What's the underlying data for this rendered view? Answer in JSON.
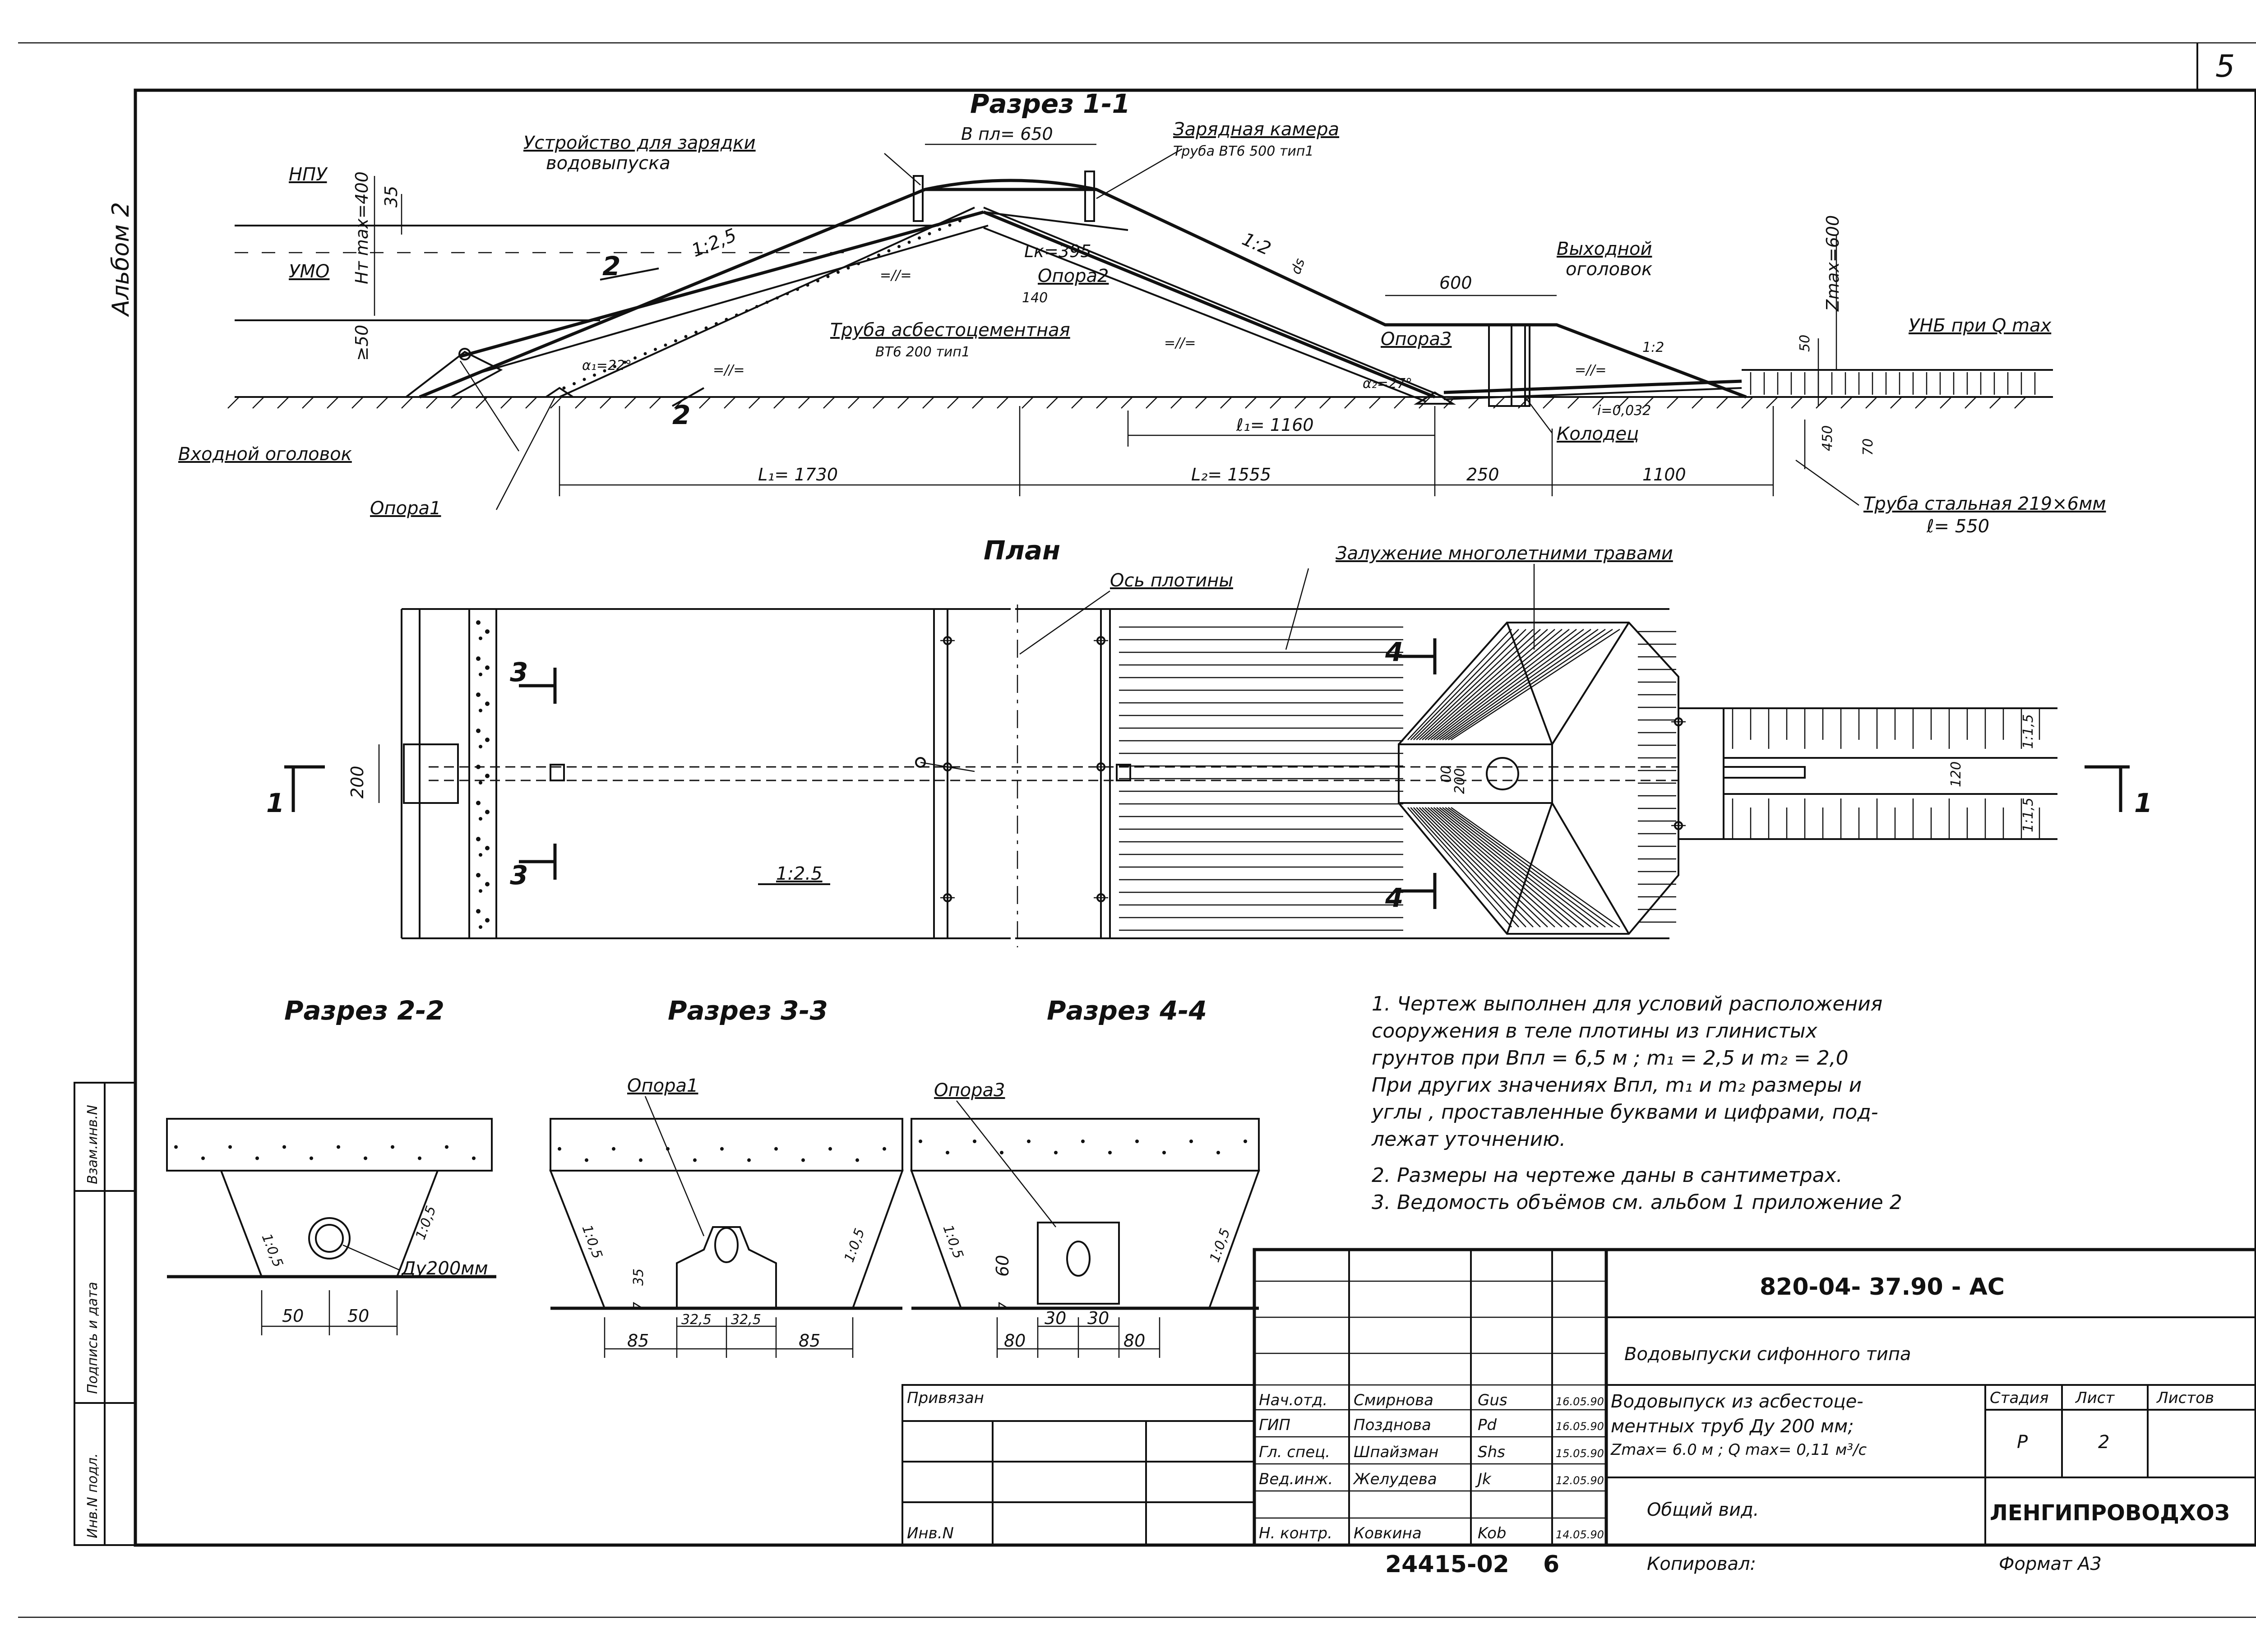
{
  "sheet": {
    "number": "5",
    "album": "Альбом 2",
    "left_strip": [
      "Инв.N подл.",
      "Подпись и дата",
      "Взам.инв.N"
    ]
  },
  "section_1_1": {
    "title": "Разрез 1-1",
    "charging_device": [
      "Устройство для зарядки",
      "водовыпуска"
    ],
    "b_pl": "В пл= 650",
    "charge_chamber": [
      "Зарядная камера",
      "Труба ВТ6 500 тип1"
    ],
    "npu": "НПУ",
    "umo": "УМО",
    "ht_max": "Нт max=400",
    "d35": "35",
    "d50": "≥50",
    "slope_left": "1:2,5",
    "slope_right": "1:2",
    "lk": "Lк=395",
    "d140": "140",
    "support2": "Опора2",
    "pipe_label": [
      "Труба асбестоцементная",
      "ВТ6 200 тип1"
    ],
    "alpha1": "α₁=22°",
    "alpha2": "α₂=27°",
    "d600": "600",
    "support3": "Опора3",
    "outlet_head": [
      "Выходной",
      "оголовок"
    ],
    "zmax": "Zmax=600",
    "unb": "УНБ при Q max",
    "slope_out": "1:2",
    "i_slope": "i=0,032",
    "well": "Колодец",
    "l1_local": "ℓ₁= 1160",
    "L1": "L₁= 1730",
    "L2": "L₂= 1555",
    "d250": "250",
    "d1100": "1100",
    "d450": "450",
    "d70": "70",
    "d50b": "50",
    "inlet_head": "Входной оголовок",
    "support1": "Опора1",
    "steel_pipe": [
      "Труба стальная 219×6мм",
      "ℓ= 550"
    ],
    "df": "ds",
    "hatch_eq": "=//="
  },
  "plan": {
    "title": "План",
    "dam_axis": "Ось плотины",
    "grassing": "Залужение многолетними травами",
    "cut3": "3",
    "cut4": "4",
    "cut1": "1",
    "d200": "200",
    "d200b": "200",
    "slope": "1:2.5",
    "slope15a": "1:1,5",
    "slope15b": "1:1,5",
    "d120": "120",
    "d00": "00"
  },
  "section_2_2": {
    "title": "Разрез 2-2",
    "slope_l": "1:0,5",
    "slope_r": "1:0,5",
    "du": "Ду200мм",
    "d50a": "50",
    "d50b": "50"
  },
  "section_3_3": {
    "title": "Разрез 3-3",
    "support": "Опора1",
    "slope_l": "1:0,5",
    "slope_r": "1:0,5",
    "d35": "35",
    "d7": "7",
    "d325a": "32,5",
    "d325b": "32,5",
    "d85a": "85",
    "d85b": "85"
  },
  "section_4_4": {
    "title": "Разрез 4-4",
    "support": "Опора3",
    "slope_l": "1:0,5",
    "slope_r": "1:0,5",
    "d60": "60",
    "d7": "7",
    "d30a": "30",
    "d30b": "30",
    "d80a": "80",
    "d80b": "80"
  },
  "notes": [
    "1. Чертеж выполнен для условий расположения",
    "сооружения в теле плотины из глинистых",
    "грунтов   при   Впл = 6,5 м ;   m₁ = 2,5  и  m₂ = 2,0",
    "При других значениях Впл, m₁ и m₂ размеры и",
    "углы , проставленные буквами и цифрами, под-",
    "лежат   уточнению.",
    "2. Размеры на чертеже даны в сантиметрах.",
    "3. Ведомость  объёмов   см.  альбом  1  приложение 2"
  ],
  "title_block": {
    "code": "820-04-  37.90 - АС",
    "series": "Водовыпуски сифонного   типа",
    "desc": [
      "Водовыпуск из асбестоце-",
      "ментных труб Ду 200 мм;",
      "Zmax= 6.0 м ; Q max= 0,11 м³/с"
    ],
    "view": "Общий    вид.",
    "org": "ЛЕНГИПРОВОДХОЗ",
    "stage_h": "Стадия",
    "sheet_h": "Лист",
    "sheets_h": "Листов",
    "stage": "Р",
    "sheet": "2",
    "bound": "Привязан",
    "inv": "Инв.N",
    "roles": [
      {
        "role": "Нач.отд.",
        "name": "Смирнова",
        "sign": "Gus",
        "date": "16.05.90"
      },
      {
        "role": "ГИП",
        "name": "Позднова",
        "sign": "Pd",
        "date": "16.05.90"
      },
      {
        "role": "Гл. спец.",
        "name": "Шпайзман",
        "sign": "Shs",
        "date": "15.05.90"
      },
      {
        "role": "Вед.инж.",
        "name": "Желудева",
        "sign": "Jk",
        "date": "12.05.90"
      },
      {
        "role": "Н. контр.",
        "name": "Ковкина",
        "sign": "Kob",
        "date": "14.05.90"
      }
    ],
    "doc_no": "24415-02",
    "doc_sheet": "6",
    "copied": "Копировал:",
    "format": "Формат А3"
  }
}
